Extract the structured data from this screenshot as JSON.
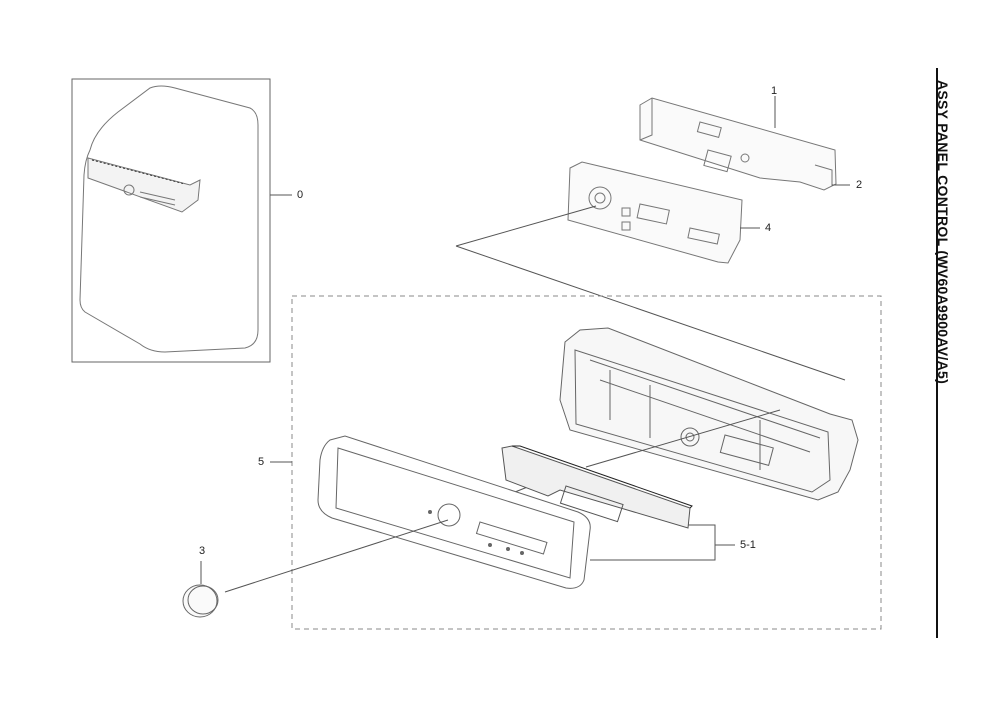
{
  "title": "ASSY PANEL CONTROL (WV60A9900AV/A5)",
  "callouts": {
    "c0": "0",
    "c1": "1",
    "c2": "2",
    "c3": "3",
    "c4": "4",
    "c5": "5",
    "c51": "5-1"
  }
}
